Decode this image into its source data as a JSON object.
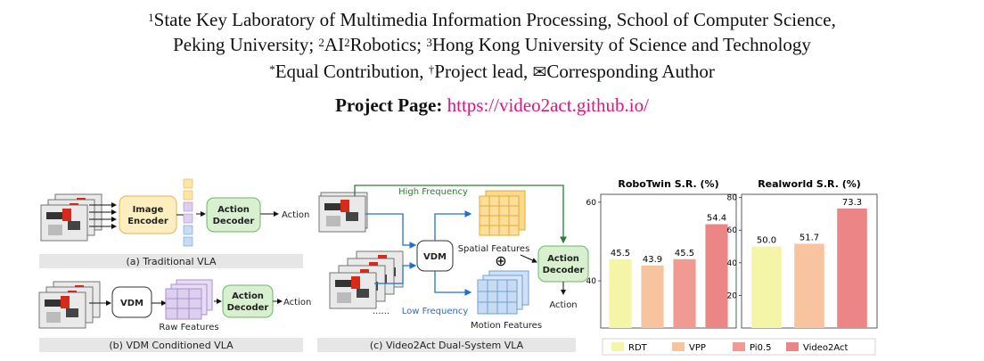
{
  "affiliations": {
    "line1_sup": "1",
    "line1_text": "State Key Laboratory of Multimedia Information Processing, School of Computer Science,",
    "line2_text_a": "Peking University; ",
    "line2_sup2": "2",
    "line2_ai": "AI",
    "line2_sup2b": "2",
    "line2_text_b": "Robotics; ",
    "line2_sup3": "3",
    "line2_text_c": "Hong Kong University of Science and Technology",
    "line3_star": "*",
    "line3_text_a": "Equal Contribution, ",
    "line3_dagger": "†",
    "line3_text_b": "Project lead, ",
    "line3_text_c": "Corresponding Author"
  },
  "project": {
    "label": "Project Page:",
    "url": "https://video2act.github.io/"
  },
  "diagram": {
    "a": {
      "encoder": [
        "Image",
        "Encoder"
      ],
      "decoder": [
        "Action",
        "Decoder"
      ],
      "action": "Action",
      "caption": "(a) Traditional VLA"
    },
    "b": {
      "vdm": "VDM",
      "raw": "Raw Features",
      "decoder": [
        "Action",
        "Decoder"
      ],
      "action": "Action",
      "caption": "(b) VDM Conditioned VLA"
    },
    "c": {
      "high": "High Frequency",
      "low": "Low Frequency",
      "vdm": "VDM",
      "spatial": "Spatial Features",
      "motion": "Motion Features",
      "decoder": [
        "Action",
        "Decoder"
      ],
      "action": "Action",
      "dots": "......",
      "caption": "(c) Video2Act Dual-System VLA"
    }
  },
  "colors": {
    "rdt": "#f5f5a8",
    "vpp": "#f8c4a0",
    "pi05": "#f09a92",
    "video2act": "#ec8585",
    "green": "#2e7d32",
    "blue": "#1f6fd0"
  },
  "chart_data": [
    {
      "type": "bar",
      "title": "RoboTwin S.R. (%)",
      "categories": [
        "RDT",
        "VPP",
        "Pi0.5",
        "Video2Act"
      ],
      "values": [
        45.5,
        43.9,
        45.5,
        54.4
      ],
      "labels": [
        "45.5",
        "43.9",
        "45.5",
        "54.4"
      ],
      "yticks": [
        "40",
        "60"
      ],
      "ylim": [
        28,
        62
      ]
    },
    {
      "type": "bar",
      "title": "Realworld S.R. (%)",
      "categories": [
        "RDT",
        "VPP",
        "Video2Act"
      ],
      "values": [
        50.0,
        51.7,
        73.3
      ],
      "labels": [
        "50.0",
        "51.7",
        "73.3"
      ],
      "yticks": [
        "20",
        "40",
        "60",
        "80"
      ],
      "ylim": [
        0,
        82
      ]
    }
  ],
  "legend": [
    "RDT",
    "VPP",
    "Pi0.5",
    "Video2Act"
  ]
}
